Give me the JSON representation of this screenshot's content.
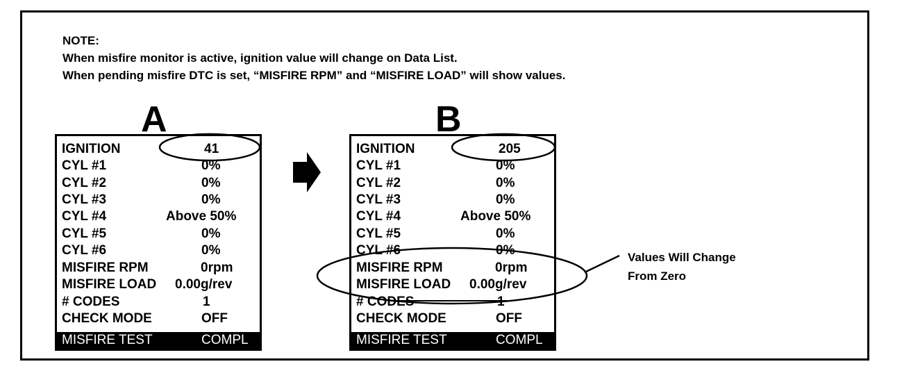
{
  "note": {
    "title": "NOTE:",
    "line1": "When misfire monitor is active, ignition value will change on Data List.",
    "line2": "When pending misfire DTC is set, “MISFIRE RPM” and “MISFIRE LOAD” will show values."
  },
  "panel_a": {
    "letter": "A",
    "rows": [
      {
        "label": "IGNITION",
        "value": "41"
      },
      {
        "label": "CYL #1",
        "value": "0%"
      },
      {
        "label": "CYL #2",
        "value": "0%"
      },
      {
        "label": "CYL #3",
        "value": "0%"
      },
      {
        "label": "CYL #4",
        "value": "Above 50%"
      },
      {
        "label": "CYL #5",
        "value": "0%"
      },
      {
        "label": "CYL #6",
        "value": "0%"
      },
      {
        "label": "MISFIRE RPM",
        "value": "0rpm"
      },
      {
        "label": "MISFIRE LOAD",
        "value": "0.00g/rev"
      },
      {
        "label": "# CODES",
        "value": "1"
      },
      {
        "label": "CHECK MODE",
        "value": "OFF"
      }
    ],
    "footer": {
      "label": "MISFIRE TEST",
      "value": "COMPL"
    }
  },
  "panel_b": {
    "letter": "B",
    "rows": [
      {
        "label": "IGNITION",
        "value": "205"
      },
      {
        "label": "CYL #1",
        "value": "0%"
      },
      {
        "label": "CYL #2",
        "value": "0%"
      },
      {
        "label": "CYL #3",
        "value": "0%"
      },
      {
        "label": "CYL #4",
        "value": "Above 50%"
      },
      {
        "label": "CYL #5",
        "value": "0%"
      },
      {
        "label": "CYL #6",
        "value": "0%"
      },
      {
        "label": "MISFIRE RPM",
        "value": "0rpm"
      },
      {
        "label": "MISFIRE LOAD",
        "value": "0.00g/rev"
      },
      {
        "label": "# CODES",
        "value": "1"
      },
      {
        "label": "CHECK MODE",
        "value": "OFF"
      }
    ],
    "footer": {
      "label": "MISFIRE TEST",
      "value": "COMPL"
    }
  },
  "callout": {
    "line1": "Values Will Change",
    "line2": "From Zero"
  }
}
